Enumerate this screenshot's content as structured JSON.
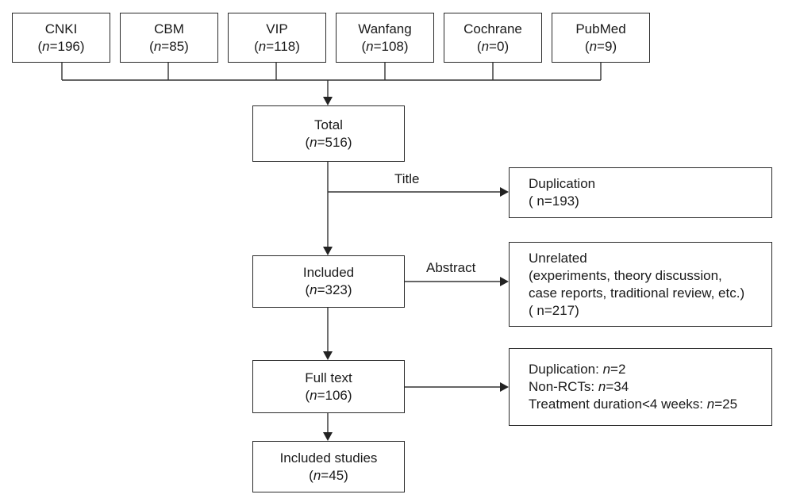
{
  "sources": [
    {
      "name": "CNKI",
      "n": "196"
    },
    {
      "name": "CBM",
      "n": "85"
    },
    {
      "name": "VIP",
      "n": "118"
    },
    {
      "name": "Wanfang",
      "n": "108"
    },
    {
      "name": "Cochrane",
      "n": "0"
    },
    {
      "name": "PubMed",
      "n": "9"
    }
  ],
  "main_boxes": {
    "total": {
      "label": "Total",
      "n": "516"
    },
    "included": {
      "label": "Included",
      "n": "323"
    },
    "full_text": {
      "label": "Full text",
      "n": "106"
    },
    "included_studies": {
      "label": "Included studies",
      "n": "45"
    }
  },
  "arrow_labels": {
    "title": "Title",
    "abstract": "Abstract"
  },
  "excluded": {
    "duplication": {
      "label": "Duplication",
      "count_line": "( n=193)"
    },
    "unrelated": {
      "label": "Unrelated",
      "detail_lines": [
        "(experiments, theory discussion,",
        "case reports, traditional review, etc.)"
      ],
      "count_line": "( n=217)"
    },
    "full_text_exclusions": [
      {
        "label": "Duplication:",
        "n": "2"
      },
      {
        "label": "Non-RCTs:",
        "n": "34"
      },
      {
        "label": "Treatment duration<4 weeks:",
        "n": "25"
      }
    ]
  }
}
